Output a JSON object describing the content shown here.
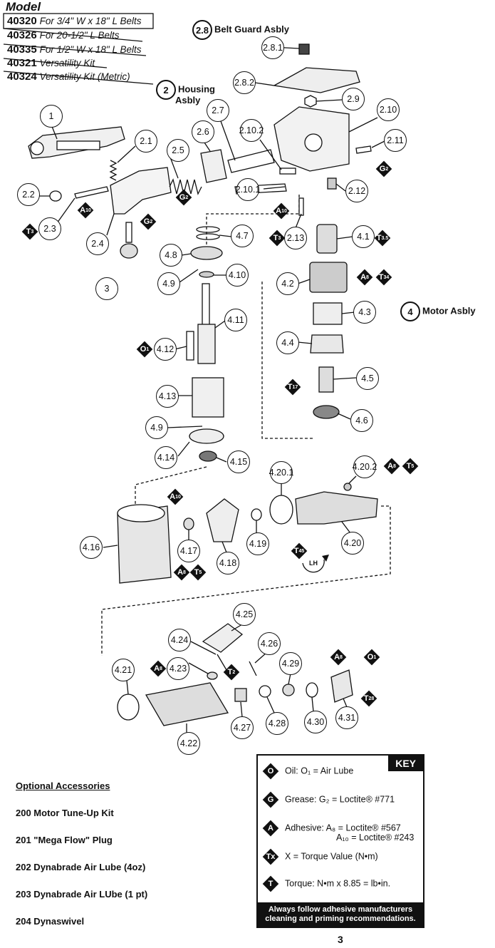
{
  "models": {
    "title": "Model",
    "rows": [
      {
        "num": "40320",
        "desc": "For 3/4\" W x 18\" L Belts"
      },
      {
        "num": "40326",
        "desc": "For 20-1/2\" L Belts"
      },
      {
        "num": "40335",
        "desc": "For 1/2\" W x 18\" L Belts"
      },
      {
        "num": "40321",
        "desc": "Versatility Kit"
      },
      {
        "num": "40324",
        "desc": "Versatility Kit (Metric)"
      }
    ]
  },
  "assemblies": [
    {
      "num": "2.8",
      "label": "Belt Guard Asbly"
    },
    {
      "num": "2",
      "label": "Housing",
      "label2": "Asbly"
    },
    {
      "num": "4",
      "label": "Motor Asbly"
    }
  ],
  "callouts": [
    "1",
    "2.1",
    "2.2",
    "2.3",
    "2.4",
    "2.5",
    "2.6",
    "2.7",
    "2.8.1",
    "2.8.2",
    "2.9",
    "2.10",
    "2.10.1",
    "2.10.2",
    "2.11",
    "2.12",
    "2.13",
    "3",
    "4.1",
    "4.2",
    "4.3",
    "4.4",
    "4.5",
    "4.6",
    "4.7",
    "4.8",
    "4.9",
    "4.10",
    "4.11",
    "4.12",
    "4.13",
    "4.9",
    "4.14",
    "4.15",
    "4.16",
    "4.17",
    "4.18",
    "4.19",
    "4.20.1",
    "4.20",
    "4.20.2",
    "4.21",
    "4.22",
    "4.23",
    "4.24",
    "4.25",
    "4.26",
    "4.27",
    "4.28",
    "4.29",
    "4.30",
    "4.31"
  ],
  "markers": [
    {
      "letter": "A",
      "sub": "10"
    },
    {
      "letter": "T",
      "sub": "3"
    },
    {
      "letter": "G",
      "sub": "2"
    },
    {
      "letter": "G",
      "sub": "2"
    },
    {
      "letter": "G",
      "sub": "2"
    },
    {
      "letter": "A",
      "sub": "10"
    },
    {
      "letter": "T",
      "sub": "3"
    },
    {
      "letter": "T",
      "sub": "3.5"
    },
    {
      "letter": "A",
      "sub": "8"
    },
    {
      "letter": "T",
      "sub": "34"
    },
    {
      "letter": "O",
      "sub": "1"
    },
    {
      "letter": "T",
      "sub": "17"
    },
    {
      "letter": "A",
      "sub": "10"
    },
    {
      "letter": "A",
      "sub": "8"
    },
    {
      "letter": "T",
      "sub": "5"
    },
    {
      "letter": "A",
      "sub": "8"
    },
    {
      "letter": "T",
      "sub": "5"
    },
    {
      "letter": "T",
      "sub": "45"
    },
    {
      "letter": "A",
      "sub": "8"
    },
    {
      "letter": "T",
      "sub": "2"
    },
    {
      "letter": "A",
      "sub": "8"
    },
    {
      "letter": "O",
      "sub": "1"
    },
    {
      "letter": "T",
      "sub": "28"
    }
  ],
  "lh_label": "LH",
  "accessories": {
    "title": "Optional Accessories",
    "items": [
      "200 Motor Tune-Up Kit",
      "201 \"Mega Flow\" Plug",
      "202 Dynabrade Air Lube (4oz)",
      "203 Dynabrade Air LUbe (1 pt)",
      "204 Dynaswivel"
    ]
  },
  "key": {
    "title": "KEY",
    "rows": [
      {
        "icon": "O",
        "text": "Oil: O₁ = Air Lube"
      },
      {
        "icon": "G",
        "text": "Grease: G₂ = Loctite® #771"
      },
      {
        "icon": "A",
        "text": "Adhesive:  A₈ = Loctite® #567"
      },
      {
        "icon": "",
        "text": "A₁₀ = Loctite® #243"
      },
      {
        "icon": "Tx",
        "text": "X = Torque Value (N•m)"
      },
      {
        "icon": "T",
        "text": "Torque: N•m x 8.85 = lb•in."
      }
    ],
    "footer1": "Always follow adhesive manufacturers",
    "footer2": "cleaning and priming recommendations."
  },
  "page_number": "3"
}
